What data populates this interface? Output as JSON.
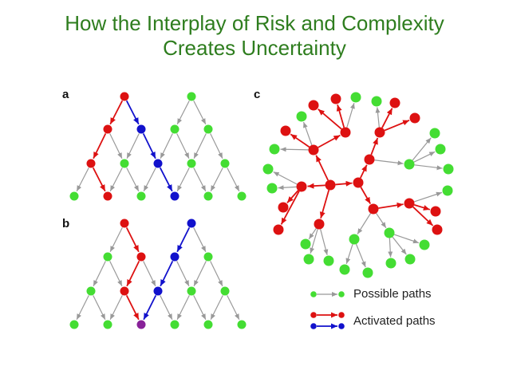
{
  "title": {
    "line1": "How the Interplay of Risk and Complexity",
    "line2": "Creates Uncertainty"
  },
  "panels": {
    "a": "a",
    "b": "b",
    "c": "c"
  },
  "legend": {
    "possible": "Possible paths",
    "activated": "Activated paths"
  },
  "colors": {
    "possible": "#44dd33",
    "edge_gray": "#999999",
    "red": "#dd1111",
    "blue": "#1111cc",
    "purple": "#882299",
    "title": "#2e7d1e"
  }
}
